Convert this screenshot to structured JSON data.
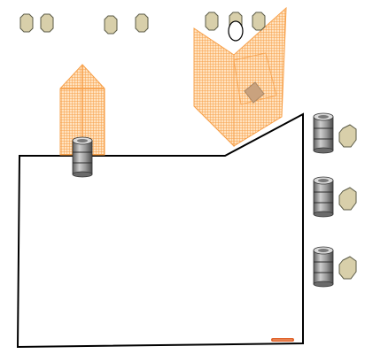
{
  "scene": {
    "background": "#ffffff",
    "wall_color": "#000000",
    "structure_color": "#f7a04a",
    "stone_color": "#d8cfaa",
    "stone_stroke": "#5a5a46",
    "barrel_color": "#9a9a9a",
    "marker_color": "#e0622a",
    "counts": {
      "stones": 10,
      "barrels": 4,
      "mesh_structures": 2,
      "oval_markers": 1,
      "ground_markers": 1
    }
  }
}
